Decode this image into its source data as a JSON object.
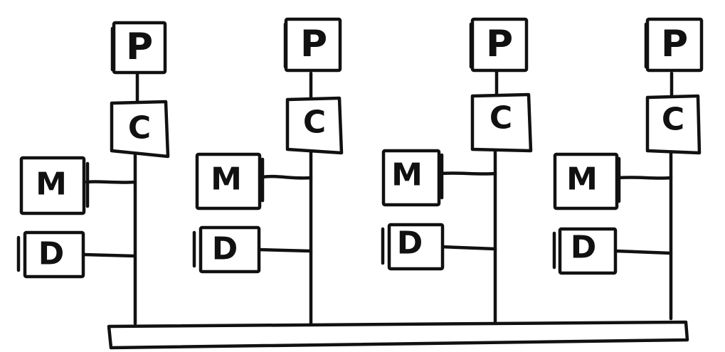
{
  "nodes": [
    {
      "processor": "P",
      "cache": "C",
      "memory": "M",
      "disk": "D"
    },
    {
      "processor": "P",
      "cache": "C",
      "memory": "M",
      "disk": "D"
    },
    {
      "processor": "P",
      "cache": "C",
      "memory": "M",
      "disk": "D"
    },
    {
      "processor": "P",
      "cache": "C",
      "memory": "M",
      "disk": "D"
    }
  ],
  "colors": {
    "ink": "#111111",
    "paper": "#ffffff"
  }
}
